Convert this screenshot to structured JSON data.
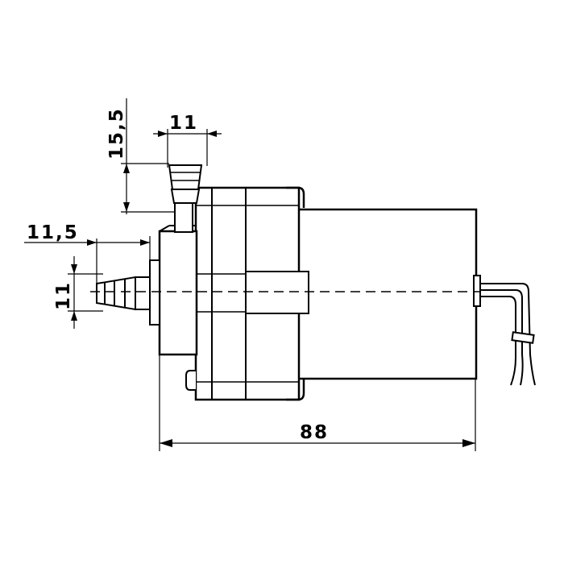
{
  "dimensions": {
    "upper_length": "15,5",
    "upper_width": "11",
    "lower_length": "11,5",
    "lower_width": "11",
    "total_length": "88"
  },
  "colors": {
    "line": "#000000",
    "background": "#ffffff"
  }
}
